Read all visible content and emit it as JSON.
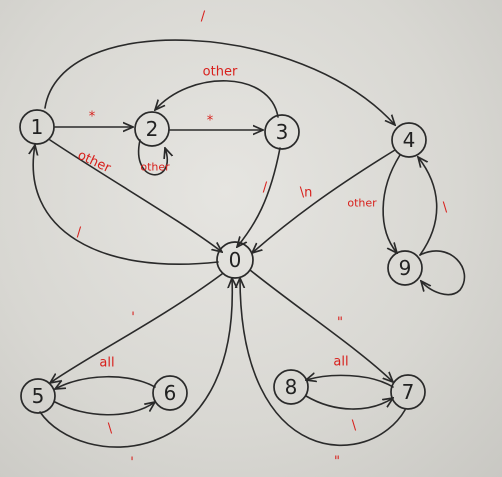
{
  "diagram": {
    "nodes": [
      {
        "id": "1",
        "label": "1"
      },
      {
        "id": "2",
        "label": "2"
      },
      {
        "id": "3",
        "label": "3"
      },
      {
        "id": "4",
        "label": "4"
      },
      {
        "id": "0",
        "label": "0"
      },
      {
        "id": "9",
        "label": "9"
      },
      {
        "id": "5",
        "label": "5"
      },
      {
        "id": "6",
        "label": "6"
      },
      {
        "id": "7",
        "label": "7"
      },
      {
        "id": "8",
        "label": "8"
      }
    ],
    "edge_labels": {
      "e_1_4": "/",
      "e_1_2": "*",
      "e_2_3": "*",
      "e_3_2": "other",
      "e_2_2": "other",
      "e_1_0": "other",
      "e_0_1": "/",
      "e_3_0": "/",
      "e_4_0": "\\n",
      "e_4_9": "other",
      "e_9_4": "\\",
      "e_0_5": "'",
      "e_6_5": "all",
      "e_5_6": "\\",
      "e_5_0": "'",
      "e_0_7": "\"",
      "e_7_8": "all",
      "e_8_7": "\\",
      "e_7_0": "\""
    }
  }
}
